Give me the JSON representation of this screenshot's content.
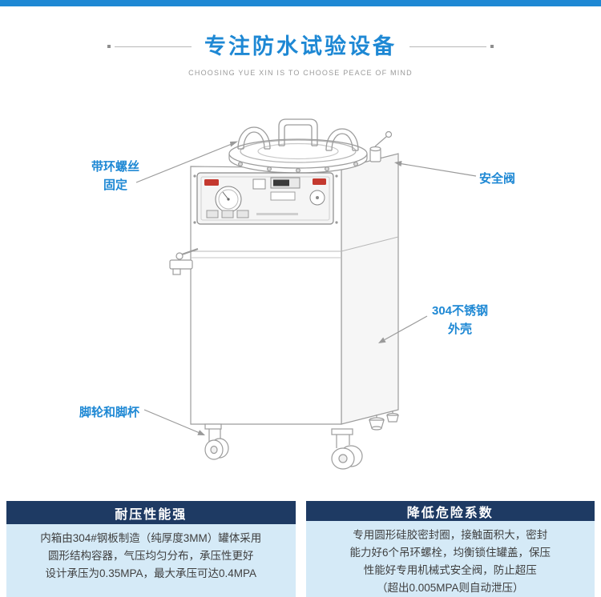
{
  "header": {
    "title": "专注防水试验设备",
    "subtitle": "CHOOSING YUE XIN IS TO CHOOSE PEACE OF MIND"
  },
  "callouts": {
    "lifting_ring": "带环螺丝\n固定",
    "safety_valve": "安全阀",
    "shell": "304不锈钢\n外壳",
    "casters": "脚轮和脚杯"
  },
  "table": {
    "columns": [
      {
        "header": "耐压性能强",
        "body": "内箱由304#钢板制造（纯厚度3MM）罐体采用\n圆形结构容器，气压均匀分布，承压性更好\n设计承压为0.35MPA，最大承压可达0.4MPA"
      },
      {
        "header": "降低危险系数",
        "body": "专用圆形硅胶密封圈，接触面积大，密封\n能力好6个吊环螺栓，均衡锁住罐盖，保压\n性能好专用机械式安全阀，防止超压\n（超出0.005MPA则自动泄压）"
      }
    ]
  },
  "colors": {
    "accent": "#1e88d4",
    "table_header_bg": "#1e3a63",
    "table_body_bg": "#d5eaf7",
    "line_gray": "#9a9a9a"
  }
}
